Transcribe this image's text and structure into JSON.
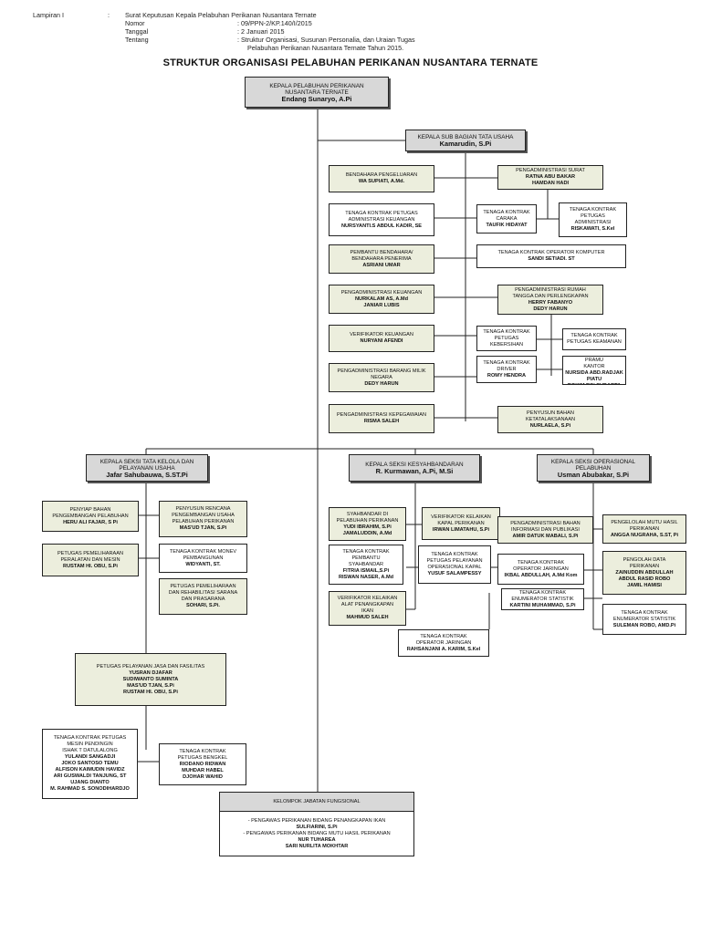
{
  "header": {
    "lampiran_label": "Lampiran I",
    "colon": ":",
    "doc_title": "Surat Keputusan Kepala Pelabuhan Perikanan Nusantara Ternate",
    "nomor_label": "Nomor",
    "nomor_value": ":  09/PPN-2/KP.140/I/2015",
    "tanggal_label": "Tanggal",
    "tanggal_value": ":  2 Januari 2015",
    "tentang_label": "Tentang",
    "tentang_value_1": ":  Struktur Organisasi, Susunan Personalia, dan Uraian Tugas",
    "tentang_value_2": "Pelabuhan Perikanan Nusantara Ternate Tahun 2015."
  },
  "title": "STRUKTUR ORGANISASI PELABUHAN PERIKANAN NUSANTARA TERNATE",
  "boxes": {
    "kepala": {
      "title": "KEPALA PELABUHAN PERIKANAN\nNUSANTARA TERNATE",
      "names": "Endang Sunaryo, A.Pi"
    },
    "kasubag": {
      "title": "KEPALA SUB BAGIAN TATA USAHA",
      "names": "Kamarudin, S.Pi"
    },
    "bendahara": {
      "title": "BENDAHARA PENGELUARAN",
      "names": "WA SUPIATI, A.Md."
    },
    "tk_admin_keu": {
      "title": "TENAGA KONTRAK PETUGAS\nADMINISTRASI KEUANGAN",
      "names": "NURSYANTI.S ABDUL KADIR, SE"
    },
    "pembantu_bend": {
      "title": "PEMBANTU BENDAHARA/\nBENDAHARA PENERIMA",
      "names": "ASRIANI UMAR"
    },
    "peng_keu": {
      "title": "PENGADMINISTRASI KEUANGAN",
      "names": "NURKALAM AS, A.Md\nJANIAR LUBIS"
    },
    "verifikator_keu": {
      "title": "VERIFIKATOR KEUANGAN",
      "names": "NURYANI AFENDI"
    },
    "peng_barang": {
      "title": "PENGADMINISTRASI BARANG MILIK\nNEGARA",
      "names": "DEDY HARUN"
    },
    "peng_kepeg": {
      "title": "PENGADMINISTRASI KEPEGAWAIAN",
      "names": "RISMA SALEH"
    },
    "peng_surat": {
      "title": "PENGADMINISTRASI SURAT",
      "names": "RATNA ABU BAKAR\nHAMDAN HADI"
    },
    "tk_caraka": {
      "title": "TENAGA KONTRAK\nCARAKA",
      "names": "TAUFIK HIDAYAT"
    },
    "tk_petugas_admin": {
      "title": "TENAGA KONTRAK\nPETUGAS\nADMINISTRASI",
      "names": "RISKAWATI, S.Kel"
    },
    "tk_op_komputer": {
      "title": "TENAGA KONTRAK OPERATOR KOMPUTER",
      "names": "SANDI SETIADI. ST"
    },
    "peng_rumah": {
      "title": "PENGADMINISTRASI RUMAH\nTANGGA DAN PERLENGKAPAN",
      "names": "HERRY FABANYO\nDEDY HARUN"
    },
    "tk_kebersihan": {
      "title": "TENAGA KONTRAK\nPETUGAS\nKEBERSIHAN",
      "names": ""
    },
    "tk_keamanan": {
      "title": "TENAGA KONTRAK\nPETUGAS KEAMANAN",
      "names": ""
    },
    "tk_driver": {
      "title": "TENAGA KONTRAK\nDRIVER",
      "names": "ROMY HENDRA"
    },
    "tk_pramu": {
      "title": "TENAGA KONTRAK PRAMU\nKANTOR",
      "names": "NURSIDA ABD.RADJAK PIATU\nROKIM BIN SUDARTA"
    },
    "penyusun_bahan": {
      "title": "PENYUSUN BAHAN\nKETATALAKSANAAN",
      "names": "NURLAELA, S.Pi"
    },
    "kasi_tata": {
      "title": "KEPALA SEKSI TATA KELOLA DAN\nPELAYANAN USAHA",
      "names": "Jafar Sahubauwa, S.ST.Pi"
    },
    "kasi_kesyah": {
      "title": "KEPALA SEKSI KESYAHBANDARAN",
      "names": "R. Kurmawan, A.Pi, M.Si"
    },
    "kasi_ops": {
      "title": "KEPALA SEKSI OPERASIONAL\nPELABUHAN",
      "names": "Usman Abubakar, S.Pi"
    },
    "penyiap": {
      "title": "PENYIAP BAHAN\nPENGEMBANGAN PELABUHAN",
      "names": "HERU ALI FAJAR, S Pi"
    },
    "petugas_pemeliharaan": {
      "title": "PETUGAS PEMELIHARAAN\nPERALATAN DAN MESIN",
      "names": "RUSTAM HI. OBU, S.Pi"
    },
    "penyusun_rencana": {
      "title": "PENYUSUN RENCANA\nPENGEMBANGAN USAHA\nPELABUHAN PERIKANAN",
      "names": "MAS'UD TJAN, S.Pi"
    },
    "tk_monev": {
      "title": "TENAGA KONTRAK MONEV\nPEMBANGUNAN",
      "names": "WIDYANTI, ST."
    },
    "petugas_sarana": {
      "title": "PETUGAS PEMELIHARAAN\nDAN REHABILITASI SARANA\nDAN PRASARANA",
      "names": "SOHARI, S.Pi."
    },
    "petugas_jasa": {
      "title": "PETUGAS PELAYANAN JASA DAN FASILITAS",
      "names": "YUSRAN DJAFAR\nSUDIWANTO SUMINTA\nMAS'UD TJAN, S.Pi\nRUSTAM HI. OBU, S.Pi"
    },
    "tk_mesin": {
      "title": "TENAGA KONTRAK PETUGAS\nMESIN PENDINGIN\nISHAK T DATULALONG",
      "names": "YULANDI SANGADJI\nJOKO SANTOSO TEMU\nALFISON KAIMUDIN HAVIDZ\nARI GUSWALDI TANJUNG, ST\nUJANG DIANTO\nM. RAHMAD S. SONODIHARDJO"
    },
    "tk_bengkel": {
      "title": "TENAGA KONTRAK\nPETUGAS BENGKEL",
      "names": "RIODANO RIDWAN\nMUHDAR HABEL\nDJOHAR WAHID"
    },
    "syahbandar": {
      "title": "SYAHBANDAR DI\nPELABUHAN PERIKANAN",
      "names": "YUDI IBRAHIM, S.Pi\nJAMALUDDIN, A.Md"
    },
    "tk_pembantu_syah": {
      "title": "TENAGA KONTRAK\nPEMBANTU\nSYAHBANDAR",
      "names": "FITRIA ISMAIL,S.Pi\nRISWAN NASER, A.Md"
    },
    "verif_alat": {
      "title": "VERIFIKATOR KELAIKAN\nALAT PENANGKAPAN\nIKAN",
      "names": "MAHMUD SALEH"
    },
    "verif_kapal": {
      "title": "VERIFIKATOR KELAIKAN\nKAPAL PERIKANAN",
      "names": "IRWAN LIMATAHU, S.Pi"
    },
    "tk_ops_kapal": {
      "title": "TENAGA KONTRAK\nPETUGAS PELAYANAN\nOPERASIONAL KAPAL",
      "names": "YUSUF SALAMPESSY"
    },
    "tk_op_jaringan1": {
      "title": "TENAGA KONTRAK\nOPERATOR JARINGAN",
      "names": "RAHSANJANI A. KARIM, S.Kel"
    },
    "peng_info": {
      "title": "PENGADMINISTRASI BAHAN\nINFORMASI DAN PUBLIKASI",
      "names": "AMIR DATUK MABALI, S.Pi"
    },
    "tk_op_jaringan2": {
      "title": "TENAGA KONTRAK\nOPERATOR JARINGAN",
      "names": "IKBAL ABDULLAH, A.Md Kom"
    },
    "tk_enum1": {
      "title": "TENAGA KONTRAK\nENUMERATOR STATISTIK",
      "names": "KARTINI MUHAMMAD, S.Pi"
    },
    "pengelola_mutu": {
      "title": "PENGELOLAH MUTU HASIL\nPERIKANAN",
      "names": "ANGGA NUGRAHA, S.ST, Pi"
    },
    "pengolah_data": {
      "title": "PENGOLAH DATA\nPERIKANAN",
      "names": "ZAINUDDIN ABDULLAH\nABDUL RASID ROBO\nJAMIL HAMISI"
    },
    "tk_enum2": {
      "title": "TENAGA KONTRAK\nENUMERATOR STATISTIK",
      "names": "SULEMAN ROBO, AMD.Pi"
    },
    "kelompok": {
      "title": "KELOMPOK JABATAN FUNGSIONAL",
      "names": ""
    }
  },
  "kelompok_detail": {
    "line1": "- PENGAWAS PERIKANAN BIDANG PENANGKAPAN IKAN",
    "name1": "SULFIARINI, S.Pi",
    "line2": "- PENGAWAS PERIKANAN BIDANG MUTU HASIL PERIKANAN",
    "name2": "NUR TUHAREA\nSARI NURLITA MOKHTAR"
  }
}
